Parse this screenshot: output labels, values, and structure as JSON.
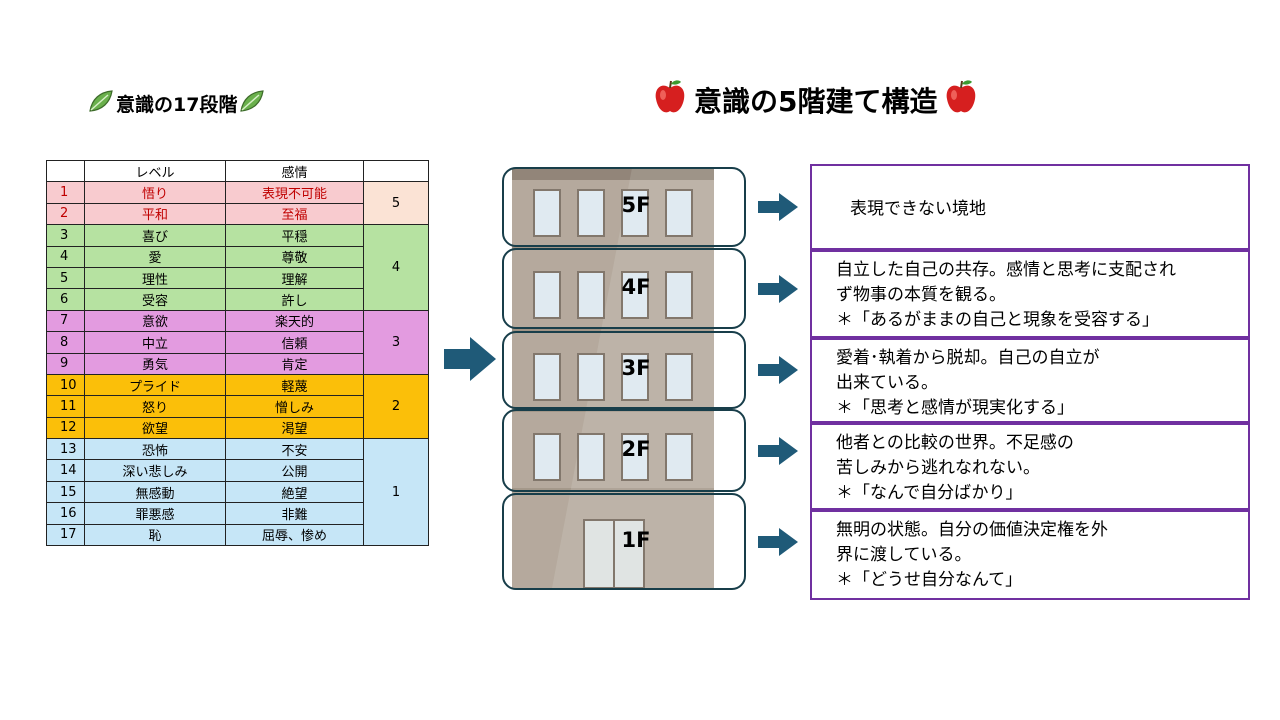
{
  "left_title": "意識の17段階",
  "right_title": "意識の5階建て構造",
  "table": {
    "header": [
      "",
      "レベル",
      "感情",
      ""
    ],
    "rows": [
      {
        "num": "1",
        "level": "悟り",
        "emotion": "表現不可能",
        "group": "g5"
      },
      {
        "num": "2",
        "level": "平和",
        "emotion": "至福",
        "group": "g5"
      },
      {
        "num": "3",
        "level": "喜び",
        "emotion": "平穏",
        "group": "g4"
      },
      {
        "num": "4",
        "level": "愛",
        "emotion": "尊敬",
        "group": "g4"
      },
      {
        "num": "5",
        "level": "理性",
        "emotion": "理解",
        "group": "g4"
      },
      {
        "num": "6",
        "level": "受容",
        "emotion": "許し",
        "group": "g4"
      },
      {
        "num": "7",
        "level": "意欲",
        "emotion": "楽天的",
        "group": "g3"
      },
      {
        "num": "8",
        "level": "中立",
        "emotion": "信頼",
        "group": "g3"
      },
      {
        "num": "9",
        "level": "勇気",
        "emotion": "肯定",
        "group": "g3"
      },
      {
        "num": "10",
        "level": "プライド",
        "emotion": "軽蔑",
        "group": "g2"
      },
      {
        "num": "11",
        "level": "怒り",
        "emotion": "憎しみ",
        "group": "g2"
      },
      {
        "num": "12",
        "level": "欲望",
        "emotion": "渇望",
        "group": "g2"
      },
      {
        "num": "13",
        "level": "恐怖",
        "emotion": "不安",
        "group": "g1"
      },
      {
        "num": "14",
        "level": "深い悲しみ",
        "emotion": "公開",
        "group": "g1"
      },
      {
        "num": "15",
        "level": "無感動",
        "emotion": "絶望",
        "group": "g1"
      },
      {
        "num": "16",
        "level": "罪悪感",
        "emotion": "非難",
        "group": "g1"
      },
      {
        "num": "17",
        "level": "恥",
        "emotion": "屈辱、惨め",
        "group": "g1"
      }
    ],
    "groups": {
      "g5": "5",
      "g4": "4",
      "g3": "3",
      "g2": "2",
      "g1": "1"
    }
  },
  "floors": [
    {
      "label": "5F",
      "lines": [
        "表現できない境地"
      ]
    },
    {
      "label": "4F",
      "lines": [
        "自立した自己の共存。感情と思考に支配され",
        "ず物事の本質を観る。",
        "＊「あるがままの自己と現象を受容する」"
      ]
    },
    {
      "label": "3F",
      "lines": [
        "愛着･執着から脱却。自己の自立が",
        "出来ている。",
        "＊「思考と感情が現実化する」"
      ]
    },
    {
      "label": "2F",
      "lines": [
        "他者との比較の世界。不足感の",
        "苦しみから逃れなれない。",
        "＊「なんで自分ばかり」"
      ]
    },
    {
      "label": "1F",
      "lines": [
        "無明の状態。自分の価値決定権を外",
        "界に渡している。",
        "＊「どうせ自分なんて」"
      ]
    }
  ],
  "colors": {
    "level5": "#f8cbcf",
    "level4": "#b6e2a1",
    "level3": "#e39be0",
    "level2": "#fbbf09",
    "level1": "#c6e6f7",
    "arrow": "#1f5a78",
    "floor_border": "#183e4a",
    "desc_border": "#7030a0"
  },
  "icons": {
    "left_title": "leaf-icon",
    "right_title": "apple-icon"
  }
}
